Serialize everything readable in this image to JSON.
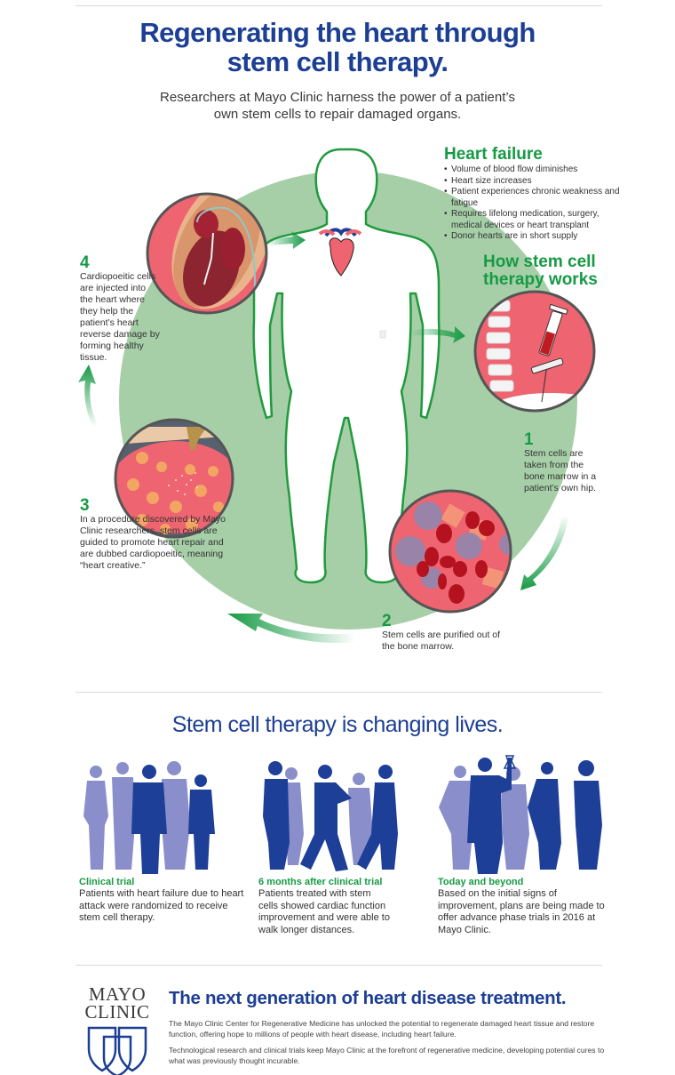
{
  "header": {
    "title_line1": "Regenerating the heart through",
    "title_line2": "stem cell therapy.",
    "subtitle_line1": "Researchers at Mayo Clinic harness the power of a patient’s",
    "subtitle_line2": "own stem cells to repair damaged organs."
  },
  "heart_failure": {
    "title": "Heart failure",
    "bullets": [
      "Volume of blood flow diminishes",
      "Heart size increases",
      "Patient experiences chronic weakness and fatigue",
      "Requires lifelong medication, surgery, medical devices or heart transplant",
      "Donor hearts are in short supply"
    ]
  },
  "how_it_works": {
    "title_line1": "How stem cell",
    "title_line2": "therapy works",
    "steps": [
      {
        "number": "1",
        "text": "Stem cells are taken from the bone marrow in a patient’s own hip.",
        "icon": "syringe-spine-icon"
      },
      {
        "number": "2",
        "text": "Stem cells are purified out of the bone marrow.",
        "icon": "blood-cells-icon"
      },
      {
        "number": "3",
        "text": "In a procedure discovered by Mayo Clinic researchers, stem cells are guided to promote heart repair and are dubbed cardiopoeitic, meaning “heart creative.”",
        "icon": "cell-culture-icon"
      },
      {
        "number": "4",
        "text": "Cardiopoeitic cells are injected into the heart where they help the patient’s heart reverse damage by forming healthy tissue.",
        "icon": "heart-cross-section-icon"
      }
    ]
  },
  "lives": {
    "title": "Stem cell therapy is changing lives.",
    "columns": [
      {
        "title": "Clinical trial",
        "body": "Patients with heart failure due to heart attack were randomized to receive stem cell therapy.",
        "icon": "group-standing-icon"
      },
      {
        "title": "6 months after clinical trial",
        "body": "Patients treated with stem cells showed cardiac function improvement and were able to walk longer distances.",
        "icon": "group-walking-icon"
      },
      {
        "title": "Today and beyond",
        "body": "Based on the initial signs of improvement, plans are being made to offer advance phase trials in 2016 at Mayo Clinic.",
        "icon": "researchers-icon"
      }
    ]
  },
  "footer": {
    "logo_line1": "MAYO",
    "logo_line2": "CLINIC",
    "title": "The next generation of heart disease treatment.",
    "paragraph1": "The Mayo Clinic Center for Regenerative Medicine has unlocked the potential to regenerate damaged heart tissue and restore function, offering hope to millions of people with heart disease, including heart failure.",
    "paragraph2": "Technological research and clinical trials keep Mayo Clinic at the forefront of regenerative medicine, developing potential cures to what was previously thought incurable."
  },
  "colors": {
    "brand_blue": "#1c3f94",
    "accent_green": "#169a44",
    "circle_green": "#a6cfa8",
    "tissue_red": "#ee6470",
    "silhouette_light": "#8a8fcb",
    "silhouette_dark": "#1d3f97"
  }
}
